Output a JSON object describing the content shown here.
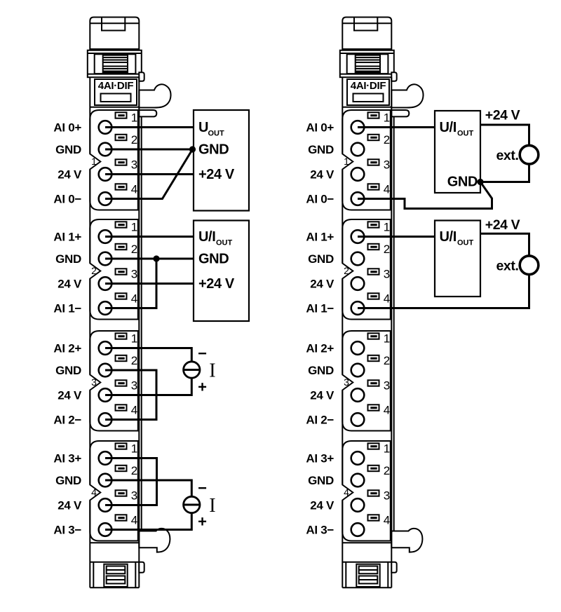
{
  "colors": {
    "line": "#000000",
    "background": "#ffffff"
  },
  "modules": [
    {
      "id": "left-example",
      "device_label": "4AI·DIF",
      "groups": [
        {
          "number": "1",
          "terminals": [
            {
              "number": "1",
              "label": "AI 0+"
            },
            {
              "number": "2",
              "label": "GND"
            },
            {
              "number": "3",
              "label": "24 V"
            },
            {
              "number": "4",
              "label": "AI 0−"
            }
          ]
        },
        {
          "number": "2",
          "terminals": [
            {
              "number": "1",
              "label": "AI 1+"
            },
            {
              "number": "2",
              "label": "GND"
            },
            {
              "number": "3",
              "label": "24 V"
            },
            {
              "number": "4",
              "label": "AI 1−"
            }
          ]
        },
        {
          "number": "3",
          "terminals": [
            {
              "number": "1",
              "label": "AI 2+"
            },
            {
              "number": "2",
              "label": "GND"
            },
            {
              "number": "3",
              "label": "24 V"
            },
            {
              "number": "4",
              "label": "AI 2−"
            }
          ]
        },
        {
          "number": "4",
          "terminals": [
            {
              "number": "1",
              "label": "AI 3+"
            },
            {
              "number": "2",
              "label": "GND"
            },
            {
              "number": "3",
              "label": "24 V"
            },
            {
              "number": "4",
              "label": "AI 3−"
            }
          ]
        }
      ],
      "annotations": {
        "voltage_box": {
          "title": "U",
          "subscript": "OUT",
          "gnd": "GND",
          "supply": "+24 V"
        },
        "voltage_current_box": {
          "title": "U/I",
          "subscript": "OUT",
          "gnd": "GND",
          "supply": "+24 V"
        },
        "current_source_1": {
          "label": "I",
          "minus": "−",
          "plus": "+"
        },
        "current_source_2": {
          "label": "I",
          "minus": "−",
          "plus": "+"
        }
      }
    },
    {
      "id": "right-example",
      "device_label": "4AI·DIF",
      "groups": [
        {
          "number": "1",
          "terminals": [
            {
              "number": "1",
              "label": "AI 0+"
            },
            {
              "number": "2",
              "label": "GND"
            },
            {
              "number": "3",
              "label": "24 V"
            },
            {
              "number": "4",
              "label": "AI 0−"
            }
          ]
        },
        {
          "number": "2",
          "terminals": [
            {
              "number": "1",
              "label": "AI 1+"
            },
            {
              "number": "2",
              "label": "GND"
            },
            {
              "number": "3",
              "label": "24 V"
            },
            {
              "number": "4",
              "label": "AI 1−"
            }
          ]
        },
        {
          "number": "3",
          "terminals": [
            {
              "number": "1",
              "label": "AI 2+"
            },
            {
              "number": "2",
              "label": "GND"
            },
            {
              "number": "3",
              "label": "24 V"
            },
            {
              "number": "4",
              "label": "AI 2−"
            }
          ]
        },
        {
          "number": "4",
          "terminals": [
            {
              "number": "1",
              "label": "AI 3+"
            },
            {
              "number": "2",
              "label": "GND"
            },
            {
              "number": "3",
              "label": "24 V"
            },
            {
              "number": "4",
              "label": "AI 3−"
            }
          ]
        }
      ],
      "annotations": {
        "sensor_box_1": {
          "title": "U/I",
          "subscript": "OUT",
          "gnd": "GND",
          "supply": "+24 V",
          "ext": "ext."
        },
        "sensor_box_2": {
          "title": "U/I",
          "subscript": "OUT",
          "supply": "+24 V",
          "ext": "ext."
        }
      }
    }
  ]
}
